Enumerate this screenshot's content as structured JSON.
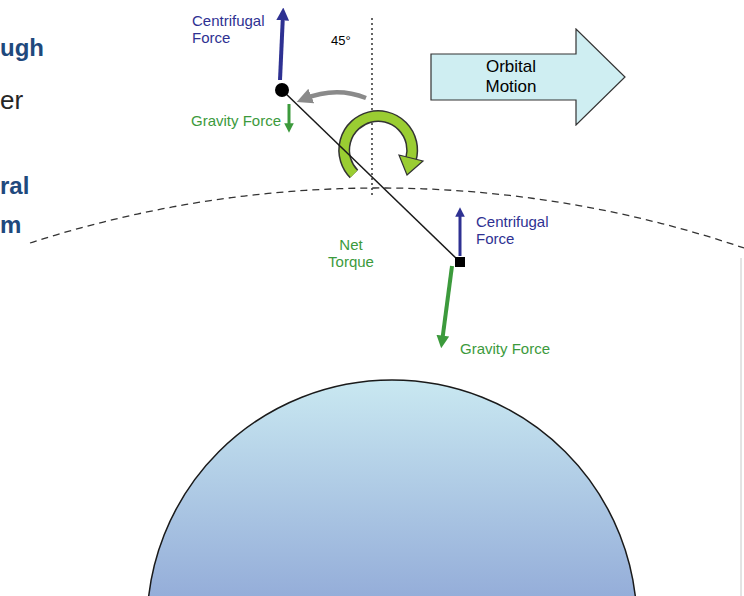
{
  "diagram": {
    "nodes": [
      {
        "text": [
          "Orbital Motion"
        ]
      }
    ],
    "labels": [
      "ugh",
      "er",
      "ral",
      "m",
      "Centrifugal Force",
      "45°",
      "Gravity Force",
      "Net Torque",
      "Centrifugal Force",
      "Gravity Force"
    ]
  }
}
